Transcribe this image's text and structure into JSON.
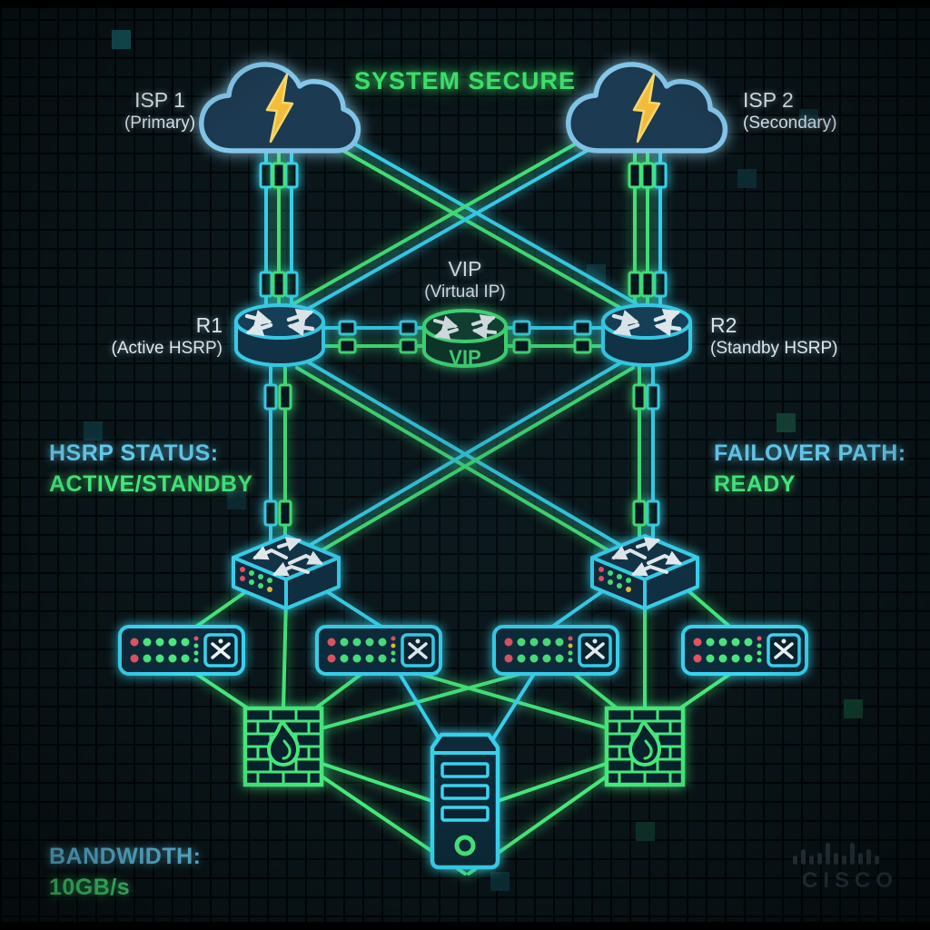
{
  "title": "SYSTEM SECURE",
  "colors": {
    "cyan": "#3ad6f2",
    "green": "#46e87c",
    "cloud_stroke": "#85c8ec",
    "bolt_yellow": "#f4bd3b",
    "led_red": "#e85464",
    "led_green": "#4ae87c",
    "label_text": "#e2edf3",
    "status_cyan": "#64c8ea",
    "status_green": "#46e87c",
    "background": "#0a1519"
  },
  "nodes": {
    "isp1": {
      "name": "ISP 1",
      "sub": "(Primary)"
    },
    "isp2": {
      "name": "ISP 2",
      "sub": "(Secondary)"
    },
    "vip": {
      "name": "VIP",
      "sub": "(Virtual IP)",
      "badge": "VIP"
    },
    "r1": {
      "name": "R1",
      "sub": "(Active HSRP)"
    },
    "r2": {
      "name": "R2",
      "sub": "(Standby HSRP)"
    }
  },
  "status": {
    "hsrp_label": "HSRP STATUS:",
    "hsrp_value": "ACTIVE/STANDBY",
    "failover_label": "FAILOVER PATH:",
    "failover_value": "READY",
    "bandwidth_label": "BANDWIDTH:",
    "bandwidth_value": "10GB/s"
  },
  "branding": {
    "logo_text": "CISCO"
  }
}
